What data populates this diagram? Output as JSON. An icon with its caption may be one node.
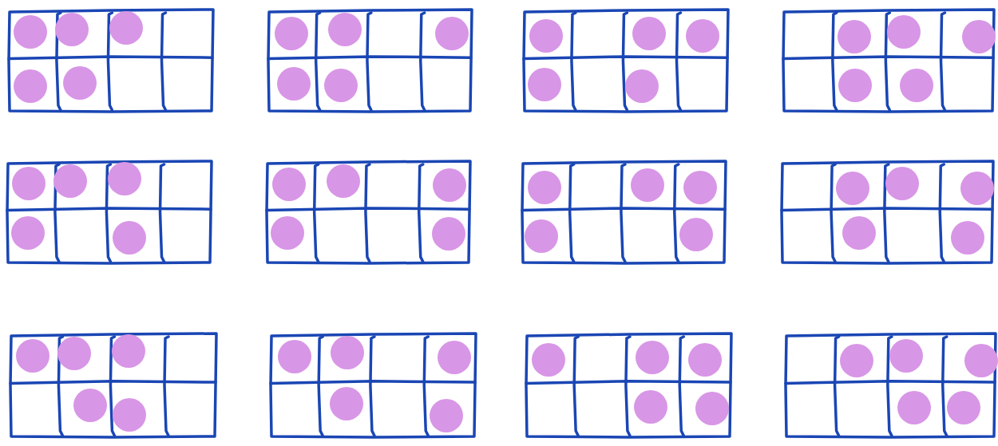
{
  "diagram": {
    "nodes": [
      {
        "text": [],
        "shape": "box"
      },
      {
        "text": [],
        "shape": "circle",
        "in": 0
      },
      {
        "text": [],
        "shape": "circle",
        "in": 0
      },
      {
        "text": [],
        "shape": "circle",
        "in": 0
      },
      {
        "text": [],
        "shape": "circle",
        "in": 0
      },
      {
        "text": [],
        "shape": "circle",
        "in": 0
      },
      {
        "text": [],
        "shape": "box"
      },
      {
        "text": [],
        "shape": "circle",
        "in": 6
      },
      {
        "text": [],
        "shape": "circle",
        "in": 6
      },
      {
        "text": [],
        "shape": "circle",
        "in": 6
      },
      {
        "text": [],
        "shape": "circle",
        "in": 6
      },
      {
        "text": [],
        "shape": "circle",
        "in": 6
      },
      {
        "text": [],
        "shape": "box"
      },
      {
        "text": [],
        "shape": "circle",
        "in": 12
      },
      {
        "text": [],
        "shape": "circle",
        "in": 12
      },
      {
        "text": [],
        "shape": "circle",
        "in": 12
      },
      {
        "text": [],
        "shape": "circle",
        "in": 12
      },
      {
        "text": [],
        "shape": "circle",
        "in": 12
      },
      {
        "text": [],
        "shape": "box"
      },
      {
        "text": [],
        "shape": "circle",
        "in": 18
      },
      {
        "text": [],
        "shape": "circle",
        "in": 18
      },
      {
        "text": [],
        "shape": "circle",
        "in": 18
      },
      {
        "text": [],
        "shape": "circle",
        "in": 18
      },
      {
        "text": [],
        "shape": "circle",
        "in": 18
      },
      {
        "text": [],
        "shape": "box"
      },
      {
        "text": [],
        "shape": "circle",
        "in": 24
      },
      {
        "text": [],
        "shape": "circle",
        "in": 24
      },
      {
        "text": [],
        "shape": "circle",
        "in": 24
      },
      {
        "text": [],
        "shape": "circle",
        "in": 24
      },
      {
        "text": [],
        "shape": "circle",
        "in": 24
      },
      {
        "text": [],
        "shape": "box"
      },
      {
        "text": [],
        "shape": "circle",
        "in": 30
      },
      {
        "text": [],
        "shape": "circle",
        "in": 30
      },
      {
        "text": [],
        "shape": "circle",
        "in": 30
      },
      {
        "text": [],
        "shape": "circle",
        "in": 30
      },
      {
        "text": [],
        "shape": "circle",
        "in": 30
      },
      {
        "text": [],
        "shape": "box"
      },
      {
        "text": [],
        "shape": "circle",
        "in": 36
      },
      {
        "text": [],
        "shape": "circle",
        "in": 36
      },
      {
        "text": [],
        "shape": "circle",
        "in": 36
      },
      {
        "text": [],
        "shape": "circle",
        "in": 36
      },
      {
        "text": [],
        "shape": "circle",
        "in": 36
      },
      {
        "text": [],
        "shape": "box"
      },
      {
        "text": [],
        "shape": "circle",
        "in": 42
      },
      {
        "text": [],
        "shape": "circle",
        "in": 42
      },
      {
        "text": [],
        "shape": "circle",
        "in": 42
      },
      {
        "text": [],
        "shape": "circle",
        "in": 42
      },
      {
        "text": [],
        "shape": "circle",
        "in": 42
      },
      {
        "text": [],
        "shape": "box"
      },
      {
        "text": [],
        "shape": "circle",
        "in": 48
      },
      {
        "text": [],
        "shape": "circle",
        "in": 48
      },
      {
        "text": [],
        "shape": "circle",
        "in": 48
      },
      {
        "text": [],
        "shape": "circle",
        "in": 48
      },
      {
        "text": [],
        "shape": "circle",
        "in": 48
      },
      {
        "text": [],
        "shape": "box"
      },
      {
        "text": [],
        "shape": "circle",
        "in": 54
      },
      {
        "text": [],
        "shape": "circle",
        "in": 54
      },
      {
        "text": [],
        "shape": "circle",
        "in": 54
      },
      {
        "text": [],
        "shape": "circle",
        "in": 54
      },
      {
        "text": [],
        "shape": "circle",
        "in": 54
      },
      {
        "text": [],
        "shape": "box"
      },
      {
        "text": [],
        "shape": "circle",
        "in": 60
      },
      {
        "text": [],
        "shape": "circle",
        "in": 60
      },
      {
        "text": [],
        "shape": "circle",
        "in": 60
      },
      {
        "text": [],
        "shape": "circle",
        "in": 60
      },
      {
        "text": [],
        "shape": "circle",
        "in": 60
      },
      {
        "text": [],
        "shape": "box"
      },
      {
        "text": [],
        "shape": "circle",
        "in": 66
      },
      {
        "text": [],
        "shape": "circle",
        "in": 66
      },
      {
        "text": [],
        "shape": "circle",
        "in": 66
      },
      {
        "text": [],
        "shape": "circle",
        "in": 66
      },
      {
        "text": [],
        "shape": "circle",
        "in": 66
      }
    ]
  }
}
